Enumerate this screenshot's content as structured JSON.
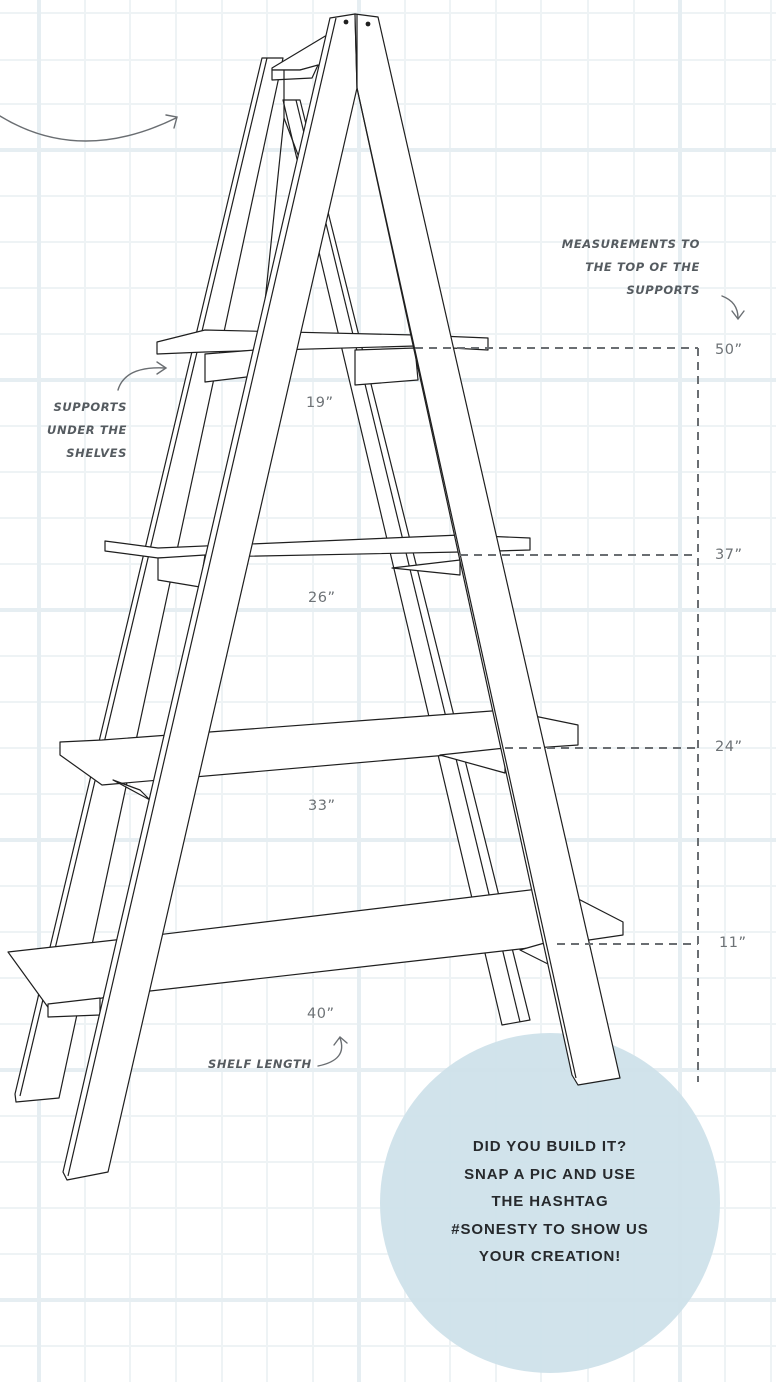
{
  "annotations": {
    "measurements_note": [
      "MEASUREMENTS TO",
      "THE TOP OF THE",
      "SUPPORTS"
    ],
    "supports_note": [
      "SUPPORTS",
      "UNDER THE",
      "SHELVES"
    ],
    "shelf_length_note": "SHELF LENGTH"
  },
  "shelves": [
    {
      "level": 1,
      "length": "19”",
      "height": "50”"
    },
    {
      "level": 2,
      "length": "26”",
      "height": "37”"
    },
    {
      "level": 3,
      "length": "33”",
      "height": "24”"
    },
    {
      "level": 4,
      "length": "40”",
      "height": "11”"
    }
  ],
  "callout": {
    "lines": [
      "DID YOU BUILD IT?",
      "SNAP A PIC AND USE",
      "THE HASHTAG",
      "#SONESTY TO SHOW US",
      "YOUR CREATION!"
    ],
    "color": "#cde1ea"
  },
  "colors": {
    "grid": "#eef3f5",
    "grid_major": "#e6eef2",
    "line": "#1f1f1f",
    "dim_line": "#6a6e72",
    "label": "#555b60"
  }
}
